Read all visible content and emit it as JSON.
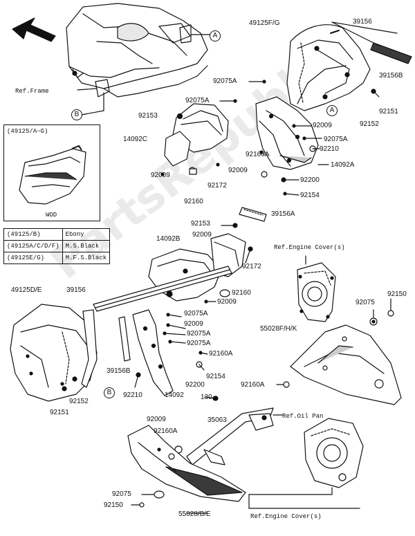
{
  "colors": {
    "line": "#111111",
    "fill_part": "#ffffff",
    "shade": "#3a3a3a",
    "watermark": "#a0a0a0"
  },
  "callouts": {
    "a1": "A",
    "a2": "A",
    "b1": "B",
    "b2": "B"
  },
  "inset": {
    "title": "(49125/A~G)",
    "caption": "WOD"
  },
  "variants": [
    {
      "code": "(49125/B)",
      "color": "Ebony"
    },
    {
      "code": "(49125A/C/D/F)",
      "color": "M.S.Black"
    },
    {
      "code": "(49125E/G)",
      "color": "M.F.S.Black"
    }
  ],
  "watermark": "PartsRepublik",
  "labels": {
    "ref_frame": "Ref.Frame",
    "p49125fg": "49125F/G",
    "p39156_top": "39156",
    "p39156b_top": "39156B",
    "p92075a_1": "92075A",
    "p92075a_2": "92075A",
    "p92153_1": "92153",
    "p14092c": "14092C",
    "p92009_1": "92009",
    "p92009_2": "92009",
    "p92009_3": "92009",
    "p92160a_1": "92160A",
    "p92075a_3": "92075A",
    "p92210_1": "92210",
    "p14092a": "14092A",
    "p92151_1": "92151",
    "p92152_1": "92152",
    "p92172_1": "92172",
    "p92160_1": "92160",
    "p92200_1": "92200",
    "p92154_1": "92154",
    "p39156a": "39156A",
    "p92153_2": "92153",
    "p14092b": "14092B",
    "p92009_4": "92009",
    "p92172_2": "92172",
    "ref_engine_cover_top": "Ref.Engine Cover(s)",
    "p92160_2": "92160",
    "p92009_5": "92009",
    "p92075a_4": "92075A",
    "p92009_6": "92009",
    "p92075a_5": "92075A",
    "p92075a_6": "92075A",
    "p49125de": "49125D/E",
    "p39156_mid": "39156",
    "p92150_1": "92150",
    "p92075_1": "92075",
    "p55028fhk": "55028F/H/K",
    "p92160a_2": "92160A",
    "p92154_2": "92154",
    "p39156b_mid": "39156B",
    "p92200_2": "92200",
    "p92160a_3": "92160A",
    "p92210_2": "92210",
    "p14092": "14092",
    "p130": "130",
    "p92009_7": "92009",
    "p92152_2": "92152",
    "p92151_2": "92151",
    "p35063": "35063",
    "ref_oil_pan": "Ref.Oil Pan",
    "p92160a_4": "92160A",
    "p92075_2": "92075",
    "p92150_2": "92150",
    "p55028be": "55028/B/E",
    "ref_engine_cover_bottom": "Ref.Engine Cover(s)"
  }
}
